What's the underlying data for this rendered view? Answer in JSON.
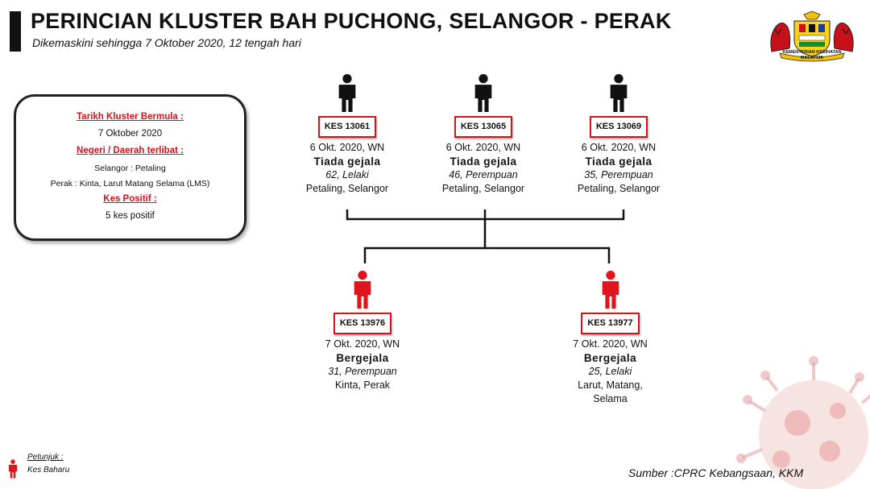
{
  "header": {
    "title": "PERINCIAN KLUSTER BAH PUCHONG, SELANGOR - PERAK",
    "subtitle": "Dikemaskini sehingga 7 Oktober 2020, 12 tengah hari"
  },
  "logo": {
    "text_line1": "KEMENTERIAN KESIHATAN",
    "text_line2": "MALAYSIA",
    "icon": "malaysia-coat-of-arms"
  },
  "info_box": {
    "start_label": "Tarikh Kluster Bermula :",
    "start_value": "7 Oktober 2020",
    "region_label": "Negeri / Daerah terlibat :",
    "region_selangor": "Selangor : Petaling",
    "region_perak": "Perak : Kinta, Larut Matang Selama (LMS)",
    "positive_label": "Kes Positif :",
    "positive_value": "5 kes positif"
  },
  "cases": [
    {
      "id": "KES 13061",
      "date": "6 Okt. 2020, WN",
      "symptom": "Tiada gejala",
      "demo": "62, Lelaki",
      "location": "Petaling, Selangor",
      "color": "#111111"
    },
    {
      "id": "KES 13065",
      "date": "6 Okt. 2020, WN",
      "symptom": "Tiada gejala",
      "demo": "46, Perempuan",
      "location": "Petaling, Selangor",
      "color": "#111111"
    },
    {
      "id": "KES 13069",
      "date": "6 Okt. 2020, WN",
      "symptom": "Tiada gejala",
      "demo": "35, Perempuan",
      "location": "Petaling, Selangor",
      "color": "#111111"
    },
    {
      "id": "KES 13976",
      "date": "7 Okt. 2020, WN",
      "symptom": "Bergejala",
      "demo": "31, Perempuan",
      "location": "Kinta, Perak",
      "color": "#e0141c"
    },
    {
      "id": "KES 13977",
      "date": "7 Okt. 2020, WN",
      "symptom": "Bergejala",
      "demo": "25, Lelaki",
      "location": "Larut, Matang, Selama",
      "color": "#e0141c"
    }
  ],
  "legend": {
    "title": "Petunjuk :",
    "label": "Kes Baharu",
    "color": "#e0141c"
  },
  "source": "Sumber :CPRC Kebangsaan,  KKM",
  "colors": {
    "accent_red": "#d6121a",
    "dark": "#111111"
  }
}
